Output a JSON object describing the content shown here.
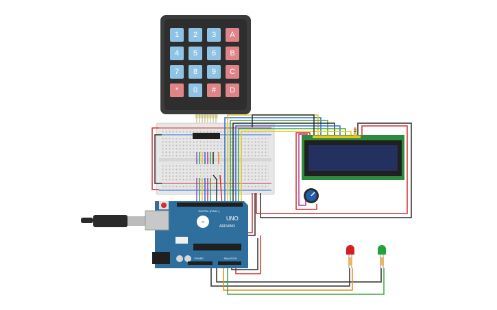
{
  "keypad": {
    "rows": [
      [
        "1",
        "2",
        "3",
        "A"
      ],
      [
        "4",
        "5",
        "6",
        "B"
      ],
      [
        "7",
        "8",
        "9",
        "C"
      ],
      [
        "*",
        "0",
        "#",
        "D"
      ]
    ],
    "number_key_color": "#8fc3e6",
    "letter_key_color": "#e08488",
    "body_color": "#3b3b3b"
  },
  "arduino": {
    "model_label": "UNO",
    "brand_label": "ARDUINO",
    "digital_label": "DIGITAL (PWM~)",
    "power_label": "POWER",
    "analog_label": "ANALOG IN",
    "board_color": "#2f6f9e"
  },
  "lcd": {
    "screen_color": "#24305e",
    "pcb_color": "#2e8b3d"
  },
  "leds": [
    {
      "name": "red-led",
      "color": "#d62020"
    },
    {
      "name": "green-led",
      "color": "#21a33a"
    }
  ],
  "wire_colors": {
    "red": "#d32f2f",
    "black": "#2b2b2b",
    "blue": "#2b6cd6",
    "yellow": "#e6c619",
    "green": "#3aa63a",
    "orange": "#e58a1f",
    "purple": "#8a4fd0",
    "magenta": "#c0309a"
  }
}
